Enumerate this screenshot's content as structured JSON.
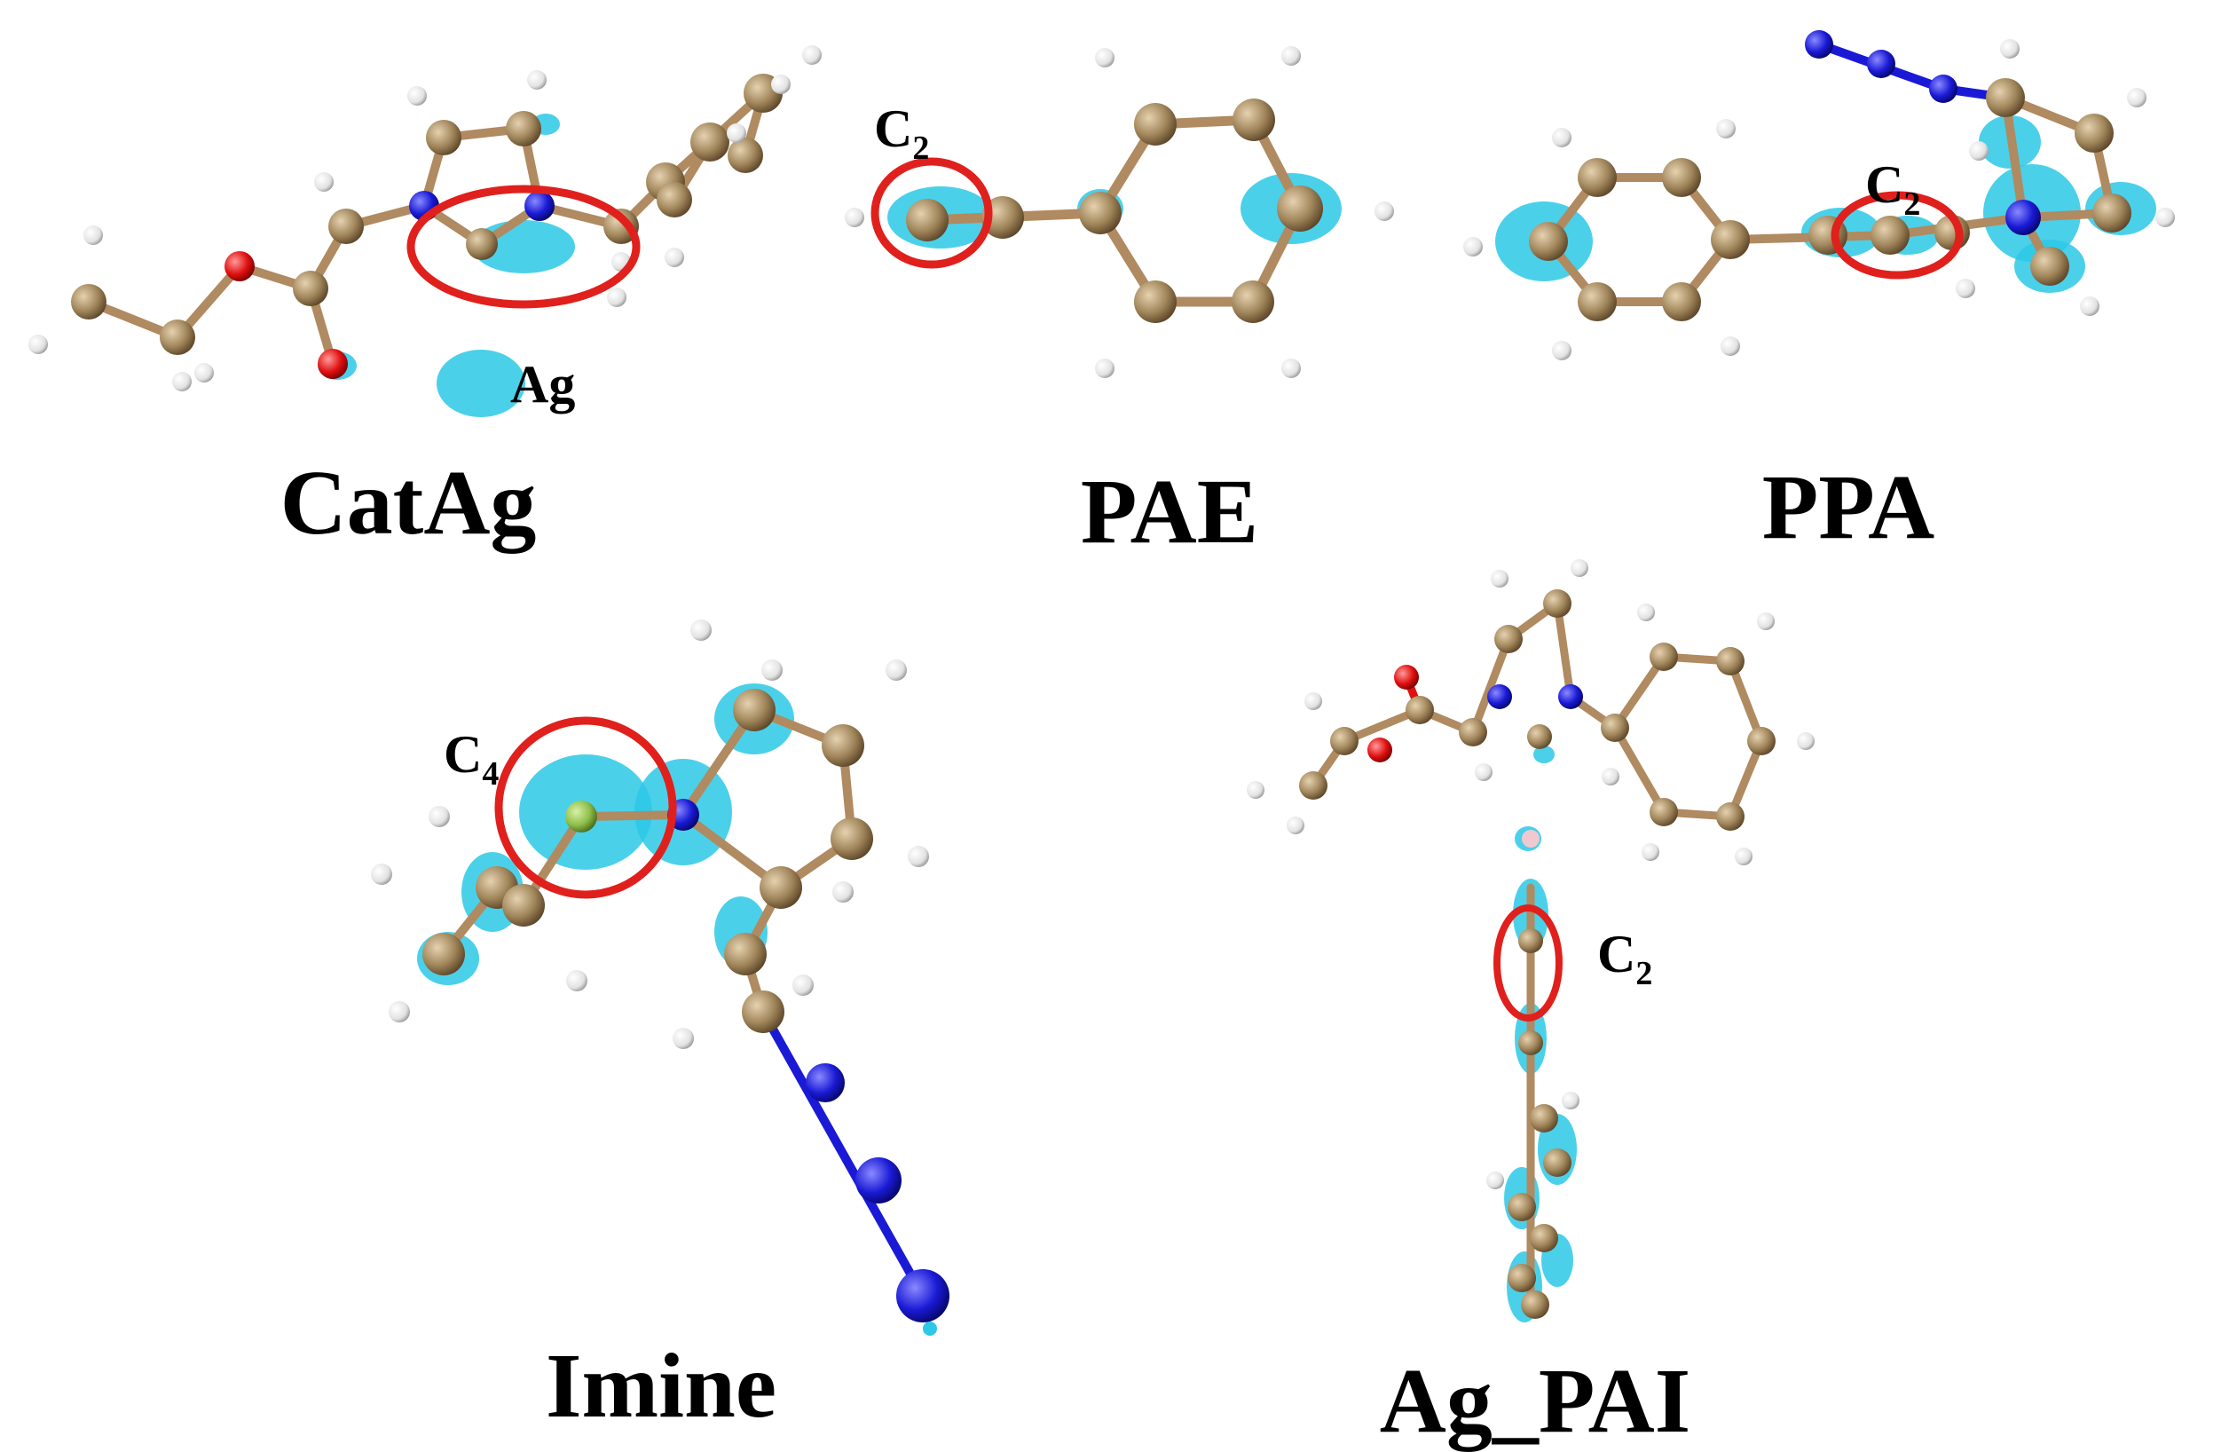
{
  "panels": {
    "catag": {
      "title": "CatAg",
      "site_label": "Ag"
    },
    "pae": {
      "title": "PAE",
      "site_label": "C",
      "site_sub": "2"
    },
    "ppa": {
      "title": "PPA",
      "site_label": "C",
      "site_sub": "2"
    },
    "imine": {
      "title": "Imine",
      "site_label": "C",
      "site_sub": "4"
    },
    "ag_pai": {
      "title": "Ag_PAI",
      "site_label": "C",
      "site_sub": "2"
    }
  },
  "colors": {
    "carbon": "#a0855a",
    "hydrogen": "#e9e9e9",
    "nitrogen": "#1a1ad6",
    "oxygen": "#e01010",
    "bond": "#b08a60",
    "isosurface": "#2cc8e6",
    "highlight_ring": "#e0201c",
    "silver_green": "#8fbf4a"
  }
}
